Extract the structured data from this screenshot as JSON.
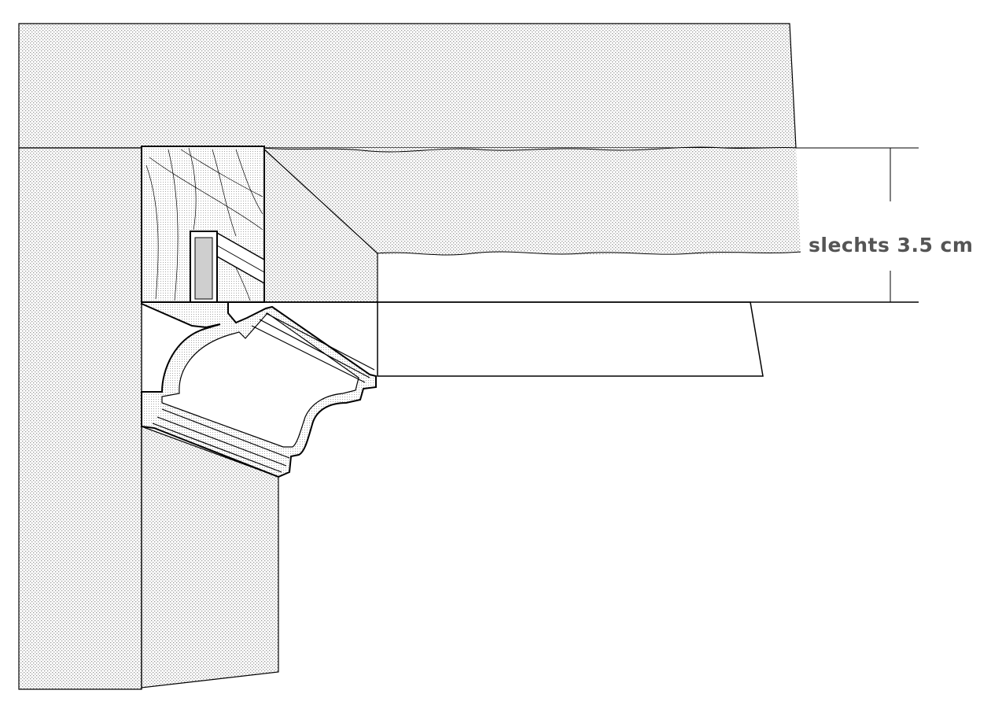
{
  "diagram": {
    "dimension_label": "slechts 3.5 cm",
    "colors": {
      "line": "#000000",
      "stipple_dot": "#9a9a9a",
      "background": "#ffffff",
      "label": "#555555",
      "profile_fill": "#cfcfcf"
    },
    "parts": [
      "ceiling-slab",
      "wall",
      "wooden-batten",
      "metal-channel",
      "bevelled-support",
      "ceiling-panel",
      "crown-molding",
      "dimension-line"
    ]
  }
}
